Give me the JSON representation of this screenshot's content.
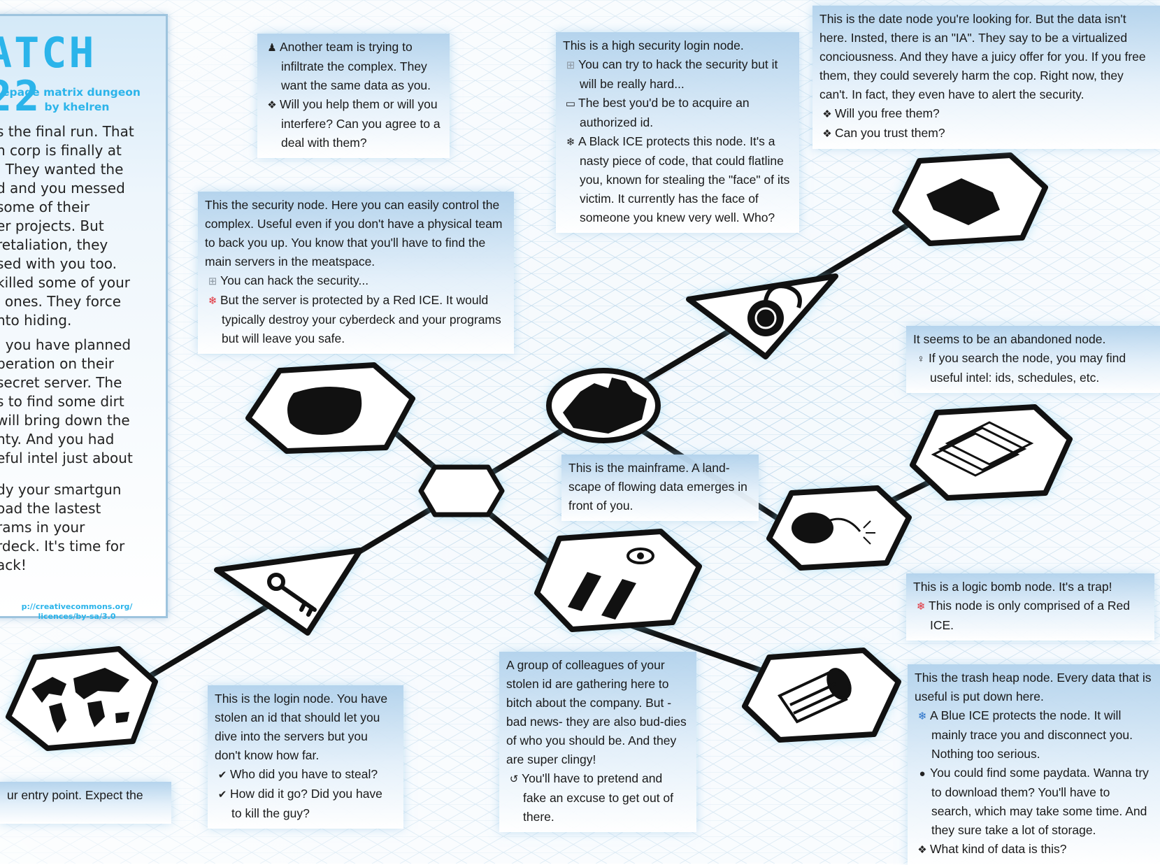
{
  "colors": {
    "accent": "#2bb4ea",
    "line": "#111111",
    "red_ice": "#e0303a",
    "blue_ice": "#2770c8"
  },
  "title_panel": {
    "title": "ATCH 22",
    "subtitle": "epage matrix dungeon",
    "author": "by khelren",
    "intro_lines": [
      "s the final run. That",
      "n corp is finally at",
      ". They wanted the",
      "d and you messed",
      "some of their",
      "er projects. But",
      "retaliation, they",
      "sed with you too.",
      "killed some of your",
      "l ones. They force",
      "nto hiding."
    ],
    "plan_lines": [
      ", you have planned",
      "peration on their",
      "secret server. The",
      "s to find some dirt",
      "will bring down the",
      "hty. And you had",
      "eful intel just about"
    ],
    "outro_lines": [
      "dy your smartgun",
      "oad the lastest",
      "rams in your",
      "rdeck. It's time for",
      "ack!"
    ],
    "license_lines": [
      "p://creativecommons.org/",
      "licences/by-sa/3.0"
    ]
  },
  "nodes": [
    {
      "id": "entry",
      "shape": "hexagon",
      "icon": "world-map-icon"
    },
    {
      "id": "login",
      "shape": "triangle",
      "icon": "key-icon"
    },
    {
      "id": "hub",
      "shape": "octagon",
      "icon": ""
    },
    {
      "id": "security",
      "shape": "hexagon",
      "icon": "shield-icon"
    },
    {
      "id": "colleagues",
      "shape": "hexagon",
      "icon": "figures-eye-icon"
    },
    {
      "id": "trash",
      "shape": "hexagon",
      "icon": "trash-can-icon"
    },
    {
      "id": "mainframe",
      "shape": "circle",
      "icon": "city-skyline-icon"
    },
    {
      "id": "high_security",
      "shape": "triangle",
      "icon": "padlock-icon"
    },
    {
      "id": "data",
      "shape": "hexagon",
      "icon": "folder-icon"
    },
    {
      "id": "bomb",
      "shape": "hexagon",
      "icon": "bomb-icon"
    },
    {
      "id": "abandoned",
      "shape": "hexagon",
      "icon": "stacked-papers-icon"
    }
  ],
  "panels": {
    "team": {
      "lines": [
        {
          "icon": "figure-icon",
          "text": "Another team is trying to infiltrate the complex. They want the same data as you."
        },
        {
          "icon": "diamond-bullet-icon",
          "text": "Will you help them or will you interfere? Can you agree to a deal with them?"
        }
      ]
    },
    "high_security": {
      "text": "This is a high security login node.",
      "lines": [
        {
          "icon": "grid-icon",
          "text": "You can try to hack the security but it will be really hard..."
        },
        {
          "icon": "id-card-icon",
          "text": "The best you'd be to acquire an authorized id."
        },
        {
          "icon": "black-ice-icon",
          "text": "A Black ICE protects this node. It's a nasty piece of code, that could flatline you, known for stealing the \"face\" of its victim. It currently has the face of someone you knew very well. Who?"
        }
      ]
    },
    "data": {
      "text": "This is the date node you're looking for. But the data isn't here. Insted, there is an \"IA\". They say to be a virtualized conciousness. And they have a juicy offer for you. If you free them, they could severely harm the cop. Right now, they can't. In fact, they even have to alert the security.",
      "lines": [
        {
          "icon": "diamond-bullet-icon",
          "text": "Will you free them?"
        },
        {
          "icon": "diamond-bullet-icon",
          "text": "Can you trust them?"
        }
      ]
    },
    "security": {
      "text": "This the security node. Here you can easily control the complex. Useful even if you don't have a physical team to back you up. You know that you'll have to find the main servers in the meatspace.",
      "lines": [
        {
          "icon": "grid-icon",
          "text": "You can hack the security..."
        },
        {
          "icon": "red-ice-icon",
          "text": "But the server is protected by a Red ICE. It would typically destroy your cyberdeck and your programs but will leave you safe."
        }
      ]
    },
    "abandoned": {
      "text": "It seems to be an abandoned node.",
      "lines": [
        {
          "icon": "pin-icon",
          "text": "If you search the node, you may find useful intel: ids, schedules, etc."
        }
      ]
    },
    "mainframe": {
      "text": "This is the mainframe. A land-scape of flowing data emerges in front of you."
    },
    "bomb": {
      "text": "This is a logic bomb node. It's a trap!",
      "lines": [
        {
          "icon": "red-ice-icon",
          "text": "This node is only comprised of a Red ICE."
        }
      ]
    },
    "colleagues": {
      "text": "A group of colleagues of your stolen id are gathering here to bitch about the company. But -bad news- they are also bud-dies of who you should be. And they are super clingy!",
      "lines": [
        {
          "icon": "rotate-icon",
          "text": "You'll have to pretend and fake an excuse to get out of there."
        }
      ]
    },
    "login": {
      "text": "This is the login node. You have stolen an id that should let you dive into the servers but you don't know how far.",
      "lines": [
        {
          "icon": "check-icon",
          "text": "Who did you have to steal?"
        },
        {
          "icon": "check-icon",
          "text": "How did it go? Did you have to kill the guy?"
        }
      ]
    },
    "trash": {
      "text": "This the trash heap node. Every data that is useful is put down here.",
      "lines": [
        {
          "icon": "blue-ice-icon",
          "text": "A Blue ICE protects the node. It will mainly trace you and disconnect you. Nothing too serious."
        },
        {
          "icon": "money-bag-icon",
          "text": "You could find some paydata. Wanna try to download them? You'll have to search, which may take some time. And they sure take a lot of storage."
        },
        {
          "icon": "diamond-bullet-icon",
          "text": "What kind of data is this?"
        }
      ]
    },
    "entry": {
      "text": "ur entry point. Expect the"
    }
  }
}
